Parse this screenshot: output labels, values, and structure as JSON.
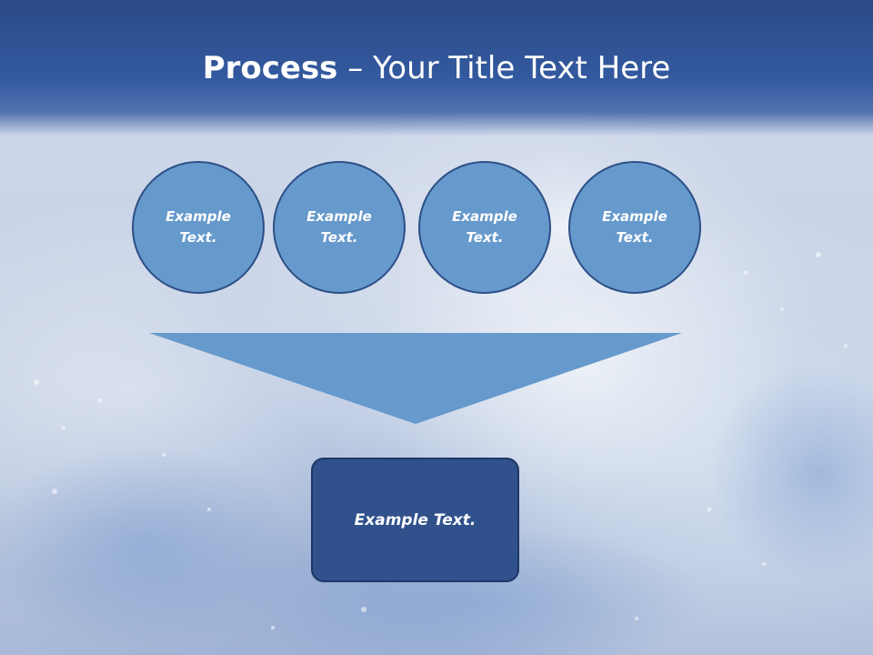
{
  "title": {
    "bold": "Process",
    "rest": " – Your Title Text Here"
  },
  "process_steps": [
    {
      "label": "Example Text."
    },
    {
      "label": "Example Text."
    },
    {
      "label": "Example Text."
    },
    {
      "label": "Example Text."
    }
  ],
  "result": {
    "label": "Example Text."
  },
  "colors": {
    "title_band": "#345aa0",
    "circle_fill": "#6699cc",
    "circle_border": "#2c4f86",
    "funnel_fill": "#6699cc",
    "result_fill": "#30518c",
    "text": "#ffffff"
  }
}
